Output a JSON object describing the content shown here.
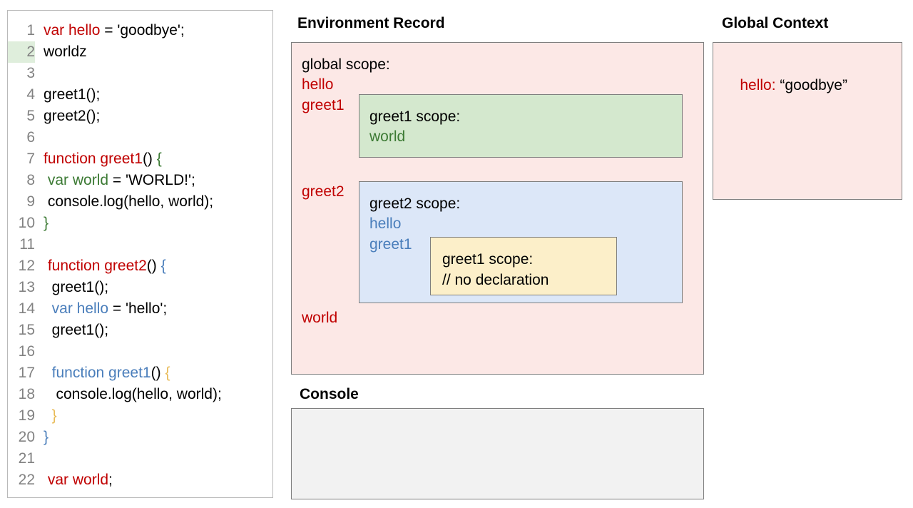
{
  "code_panel": {
    "name": "code-editor",
    "highlighted_line": 2,
    "lines": [
      {
        "n": "1",
        "tokens": [
          {
            "t": "var hello",
            "c": "red"
          },
          {
            "t": " = 'goodbye';",
            "c": "black"
          }
        ]
      },
      {
        "n": "2",
        "tokens": [
          {
            "t": "worldz",
            "c": "black"
          }
        ]
      },
      {
        "n": "3",
        "tokens": [
          {
            "t": "",
            "c": "black"
          }
        ]
      },
      {
        "n": "4",
        "tokens": [
          {
            "t": "greet1();",
            "c": "black"
          }
        ]
      },
      {
        "n": "5",
        "tokens": [
          {
            "t": "greet2();",
            "c": "black"
          }
        ]
      },
      {
        "n": "6",
        "tokens": [
          {
            "t": "",
            "c": "black"
          }
        ]
      },
      {
        "n": "7",
        "tokens": [
          {
            "t": "function greet1",
            "c": "red"
          },
          {
            "t": "() ",
            "c": "black"
          },
          {
            "t": "{",
            "c": "green"
          }
        ]
      },
      {
        "n": "8",
        "tokens": [
          {
            "t": " ",
            "c": "black"
          },
          {
            "t": "var world",
            "c": "green"
          },
          {
            "t": " = 'WORLD!';",
            "c": "black"
          }
        ]
      },
      {
        "n": "9",
        "tokens": [
          {
            "t": " console.log(hello, world);",
            "c": "black"
          }
        ]
      },
      {
        "n": "10",
        "tokens": [
          {
            "t": "}",
            "c": "green"
          }
        ]
      },
      {
        "n": "11",
        "tokens": [
          {
            "t": "",
            "c": "black"
          }
        ]
      },
      {
        "n": "12",
        "tokens": [
          {
            "t": " ",
            "c": "black"
          },
          {
            "t": "function greet2",
            "c": "red"
          },
          {
            "t": "() ",
            "c": "black"
          },
          {
            "t": "{",
            "c": "blue"
          }
        ]
      },
      {
        "n": "13",
        "tokens": [
          {
            "t": "  greet1();",
            "c": "black"
          }
        ]
      },
      {
        "n": "14",
        "tokens": [
          {
            "t": "  ",
            "c": "black"
          },
          {
            "t": "var hello",
            "c": "blue"
          },
          {
            "t": " = 'hello';",
            "c": "black"
          }
        ]
      },
      {
        "n": "15",
        "tokens": [
          {
            "t": "  greet1();",
            "c": "black"
          }
        ]
      },
      {
        "n": "16",
        "tokens": [
          {
            "t": "",
            "c": "black"
          }
        ]
      },
      {
        "n": "17",
        "tokens": [
          {
            "t": "  ",
            "c": "black"
          },
          {
            "t": "function greet1",
            "c": "blue"
          },
          {
            "t": "() ",
            "c": "black"
          },
          {
            "t": "{",
            "c": "amber"
          }
        ]
      },
      {
        "n": "18",
        "tokens": [
          {
            "t": "   console.log(hello, world);",
            "c": "black"
          }
        ]
      },
      {
        "n": "19",
        "tokens": [
          {
            "t": "  ",
            "c": "black"
          },
          {
            "t": "}",
            "c": "amber"
          }
        ]
      },
      {
        "n": "20",
        "tokens": [
          {
            "t": "}",
            "c": "blue"
          }
        ]
      },
      {
        "n": "21",
        "tokens": [
          {
            "t": "",
            "c": "black"
          }
        ]
      },
      {
        "n": "22",
        "tokens": [
          {
            "t": " ",
            "c": "black"
          },
          {
            "t": "var world",
            "c": "red"
          },
          {
            "t": ";",
            "c": "black"
          }
        ]
      }
    ]
  },
  "environment_record": {
    "title": "Environment Record",
    "global_scope": {
      "label": "global scope:",
      "bindings": [
        "hello",
        "greet1",
        "greet2",
        "world"
      ]
    },
    "greet1_scope": {
      "label": "greet1 scope:",
      "bindings": [
        "world"
      ]
    },
    "greet2_scope": {
      "label": "greet2 scope:",
      "bindings": [
        "hello",
        "greet1"
      ]
    },
    "greet1_inner_scope": {
      "label": "greet1 scope:",
      "comment": "// no declaration"
    }
  },
  "global_context": {
    "title": "Global Context",
    "entry_key": "hello:",
    "entry_value": "“goodbye”"
  },
  "console": {
    "title": "Console",
    "output": ""
  },
  "colors": {
    "red": "#c00000",
    "green": "#3c7a34",
    "blue": "#4a7ebb",
    "amber": "#e8bb58",
    "pink_fill": "#fce8e6",
    "green_fill": "#d4e8ce",
    "blue_fill": "#dce7f8",
    "yellow_fill": "#fcefc9",
    "console_fill": "#f2f2f2",
    "border": "#7f7f7f"
  }
}
